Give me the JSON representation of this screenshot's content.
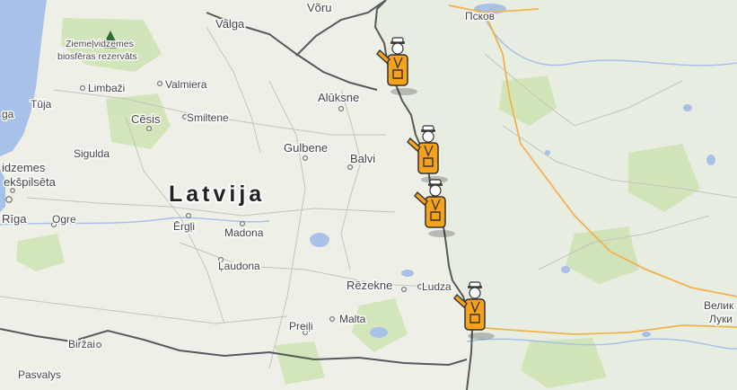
{
  "map": {
    "colors": {
      "land_latvia": "#eef0e8",
      "land_russia": "#e9eee2",
      "water": "#a8c1e8",
      "forest": "#cfe3b5",
      "border": "#555a5a",
      "road_major": "#f1b24d"
    },
    "labels": {
      "top_strip": "",
      "valga": "Valga",
      "voru": "Võru",
      "pskov": "Псков",
      "reserve_line1": "Ziemeļvidzemes",
      "reserve_line2": "biosfēras rezervāts",
      "limbazi": "Limbaži",
      "valmiera": "Valmiera",
      "aluksne": "Alūksne",
      "tuja": "Tūja",
      "ga": "ga",
      "cesis": "Cēsis",
      "smiltene": "Smiltene",
      "sigulda": "Sigulda",
      "gulbene": "Gulbene",
      "balvi": "Balvi",
      "vidzemes": "idzemes",
      "pilseta": "ekšpilsēta",
      "latvija": "Latvija",
      "riga": "Rīga",
      "ogre": "Ogre",
      "ergli": "Ērgļi",
      "madona": "Madona",
      "laudona": "Ļaudona",
      "rezekne": "Rēzekne",
      "ludza": "Ludza",
      "malta": "Malta",
      "preili": "Preiļi",
      "birzai": "Biržai",
      "pasvalys": "Pasvalys",
      "velikie_line1": "Велик",
      "velikie_line2": "Луки"
    },
    "markers": [
      {
        "name": "border-crossing-1",
        "icon": "border-guard-icon"
      },
      {
        "name": "border-crossing-2",
        "icon": "border-guard-icon"
      },
      {
        "name": "border-crossing-3",
        "icon": "border-guard-icon"
      },
      {
        "name": "border-crossing-4",
        "icon": "border-guard-icon"
      }
    ]
  }
}
